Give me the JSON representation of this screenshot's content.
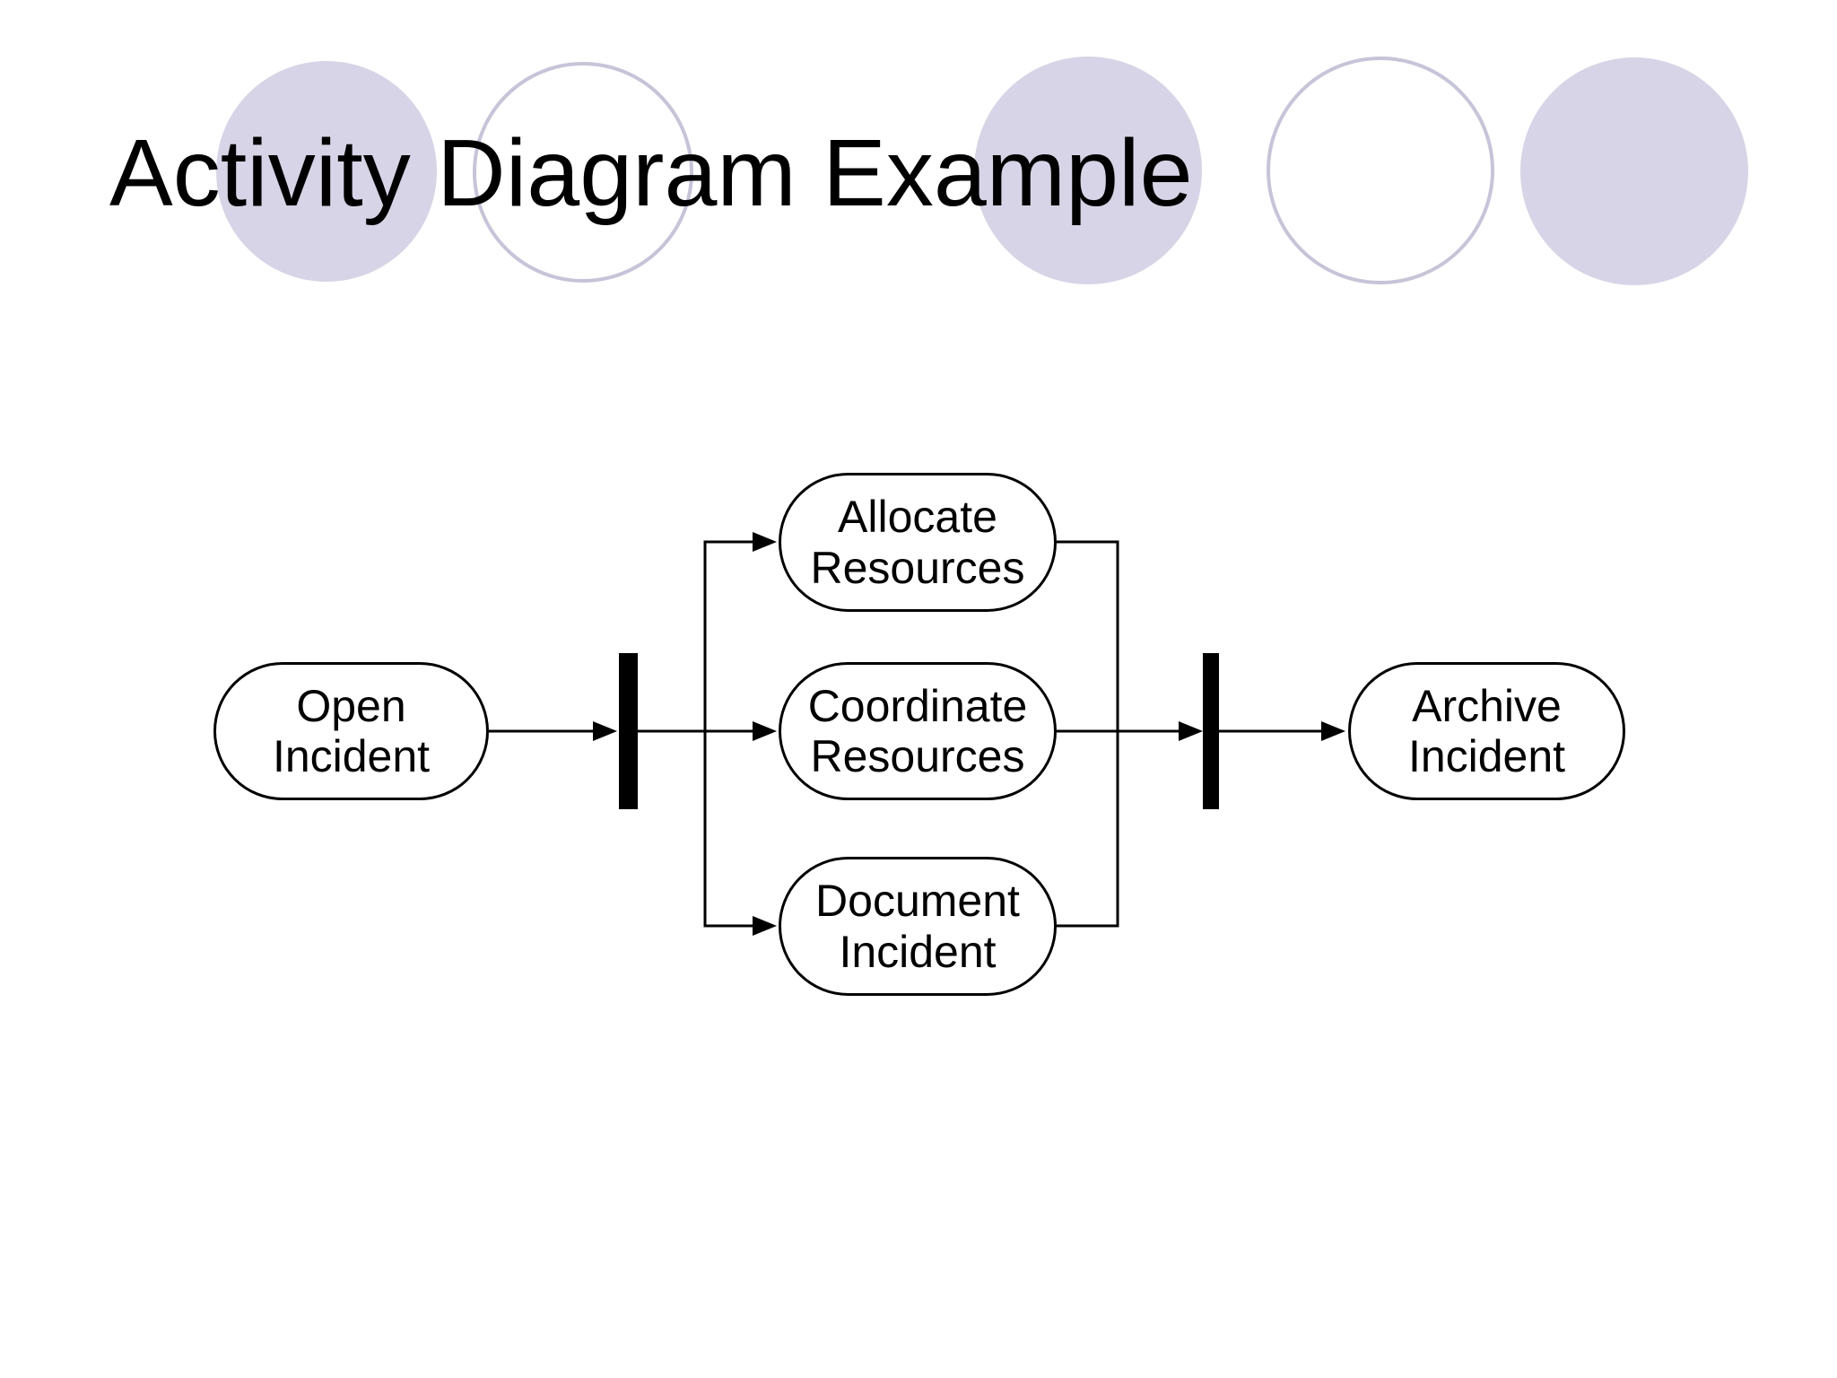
{
  "slide": {
    "title": "Activity Diagram Example",
    "background": "#ffffff"
  },
  "colors": {
    "circle_fill": "#d6d4e6",
    "circle_outline": "#c6c4d8",
    "diagram_ink": "#000000",
    "title_color": "#000000"
  },
  "decorative_circles": [
    {
      "name": "circle-1",
      "style": "filled"
    },
    {
      "name": "circle-2",
      "style": "outlined"
    },
    {
      "name": "circle-3",
      "style": "filled"
    },
    {
      "name": "circle-4",
      "style": "outlined"
    },
    {
      "name": "circle-5",
      "style": "filled"
    }
  ],
  "diagram": {
    "kind": "uml-activity-diagram",
    "nodes": [
      {
        "id": "open-incident",
        "label": "Open Incident",
        "lines": [
          "Open",
          "Incident"
        ]
      },
      {
        "id": "allocate-resources",
        "label": "Allocate Resources",
        "lines": [
          "Allocate",
          "Resources"
        ]
      },
      {
        "id": "coordinate-resources",
        "label": "Coordinate Resources",
        "lines": [
          "Coordinate",
          "Resources"
        ]
      },
      {
        "id": "document-incident",
        "label": "Document Incident",
        "lines": [
          "Document",
          "Incident"
        ]
      },
      {
        "id": "archive-incident",
        "label": "Archive Incident",
        "lines": [
          "Archive",
          "Incident"
        ]
      }
    ],
    "bars": [
      {
        "id": "fork-bar",
        "role": "fork"
      },
      {
        "id": "join-bar",
        "role": "join"
      }
    ],
    "edges": [
      {
        "from": "open-incident",
        "to": "fork-bar"
      },
      {
        "from": "fork-bar",
        "to": "allocate-resources"
      },
      {
        "from": "fork-bar",
        "to": "coordinate-resources"
      },
      {
        "from": "fork-bar",
        "to": "document-incident"
      },
      {
        "from": "allocate-resources",
        "to": "join-bar"
      },
      {
        "from": "coordinate-resources",
        "to": "join-bar"
      },
      {
        "from": "document-incident",
        "to": "join-bar"
      },
      {
        "from": "join-bar",
        "to": "archive-incident"
      }
    ]
  }
}
